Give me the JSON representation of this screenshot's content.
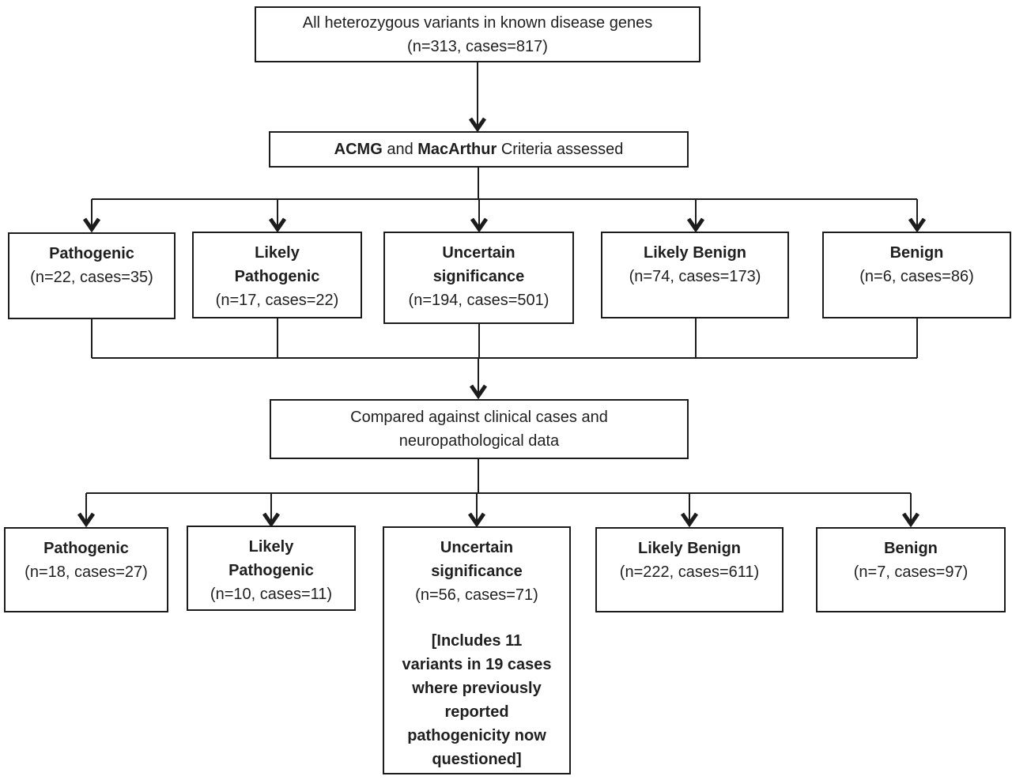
{
  "colors": {
    "line": "#1c1c1c",
    "border": "#1c1c1c",
    "text": "#1f1f1f",
    "background": "#ffffff"
  },
  "boxes": {
    "all_variants": {
      "text": "All heterozygous variants in known disease genes",
      "stats": "(n=313, cases=817)"
    },
    "criteria": {
      "bold1": "ACMG",
      "mid": " and ",
      "bold2": "MacArthur",
      "rest": " Criteria assessed"
    },
    "compare": {
      "text": "Compared against clinical cases and neuropathological data"
    },
    "row1": [
      {
        "title": "Pathogenic",
        "stats": "(n=22, cases=35)"
      },
      {
        "title": "Likely Pathogenic",
        "stats": "(n=17, cases=22)"
      },
      {
        "title": "Uncertain significance",
        "stats": "(n=194, cases=501)"
      },
      {
        "title": "Likely Benign",
        "stats": "(n=74, cases=173)"
      },
      {
        "title": "Benign",
        "stats": "(n=6, cases=86)"
      }
    ],
    "row2": [
      {
        "title": "Pathogenic",
        "stats": "(n=18, cases=27)"
      },
      {
        "title": "Likely Pathogenic",
        "stats": "(n=10, cases=11)"
      },
      {
        "title": "Uncertain significance",
        "stats": "(n=56, cases=71)",
        "note": "[Includes 11 variants in 19 cases where previously reported pathogenicity now questioned]"
      },
      {
        "title": "Likely Benign",
        "stats": "(n=222, cases=611)"
      },
      {
        "title": "Benign",
        "stats": "(n=7, cases=97)"
      }
    ]
  }
}
